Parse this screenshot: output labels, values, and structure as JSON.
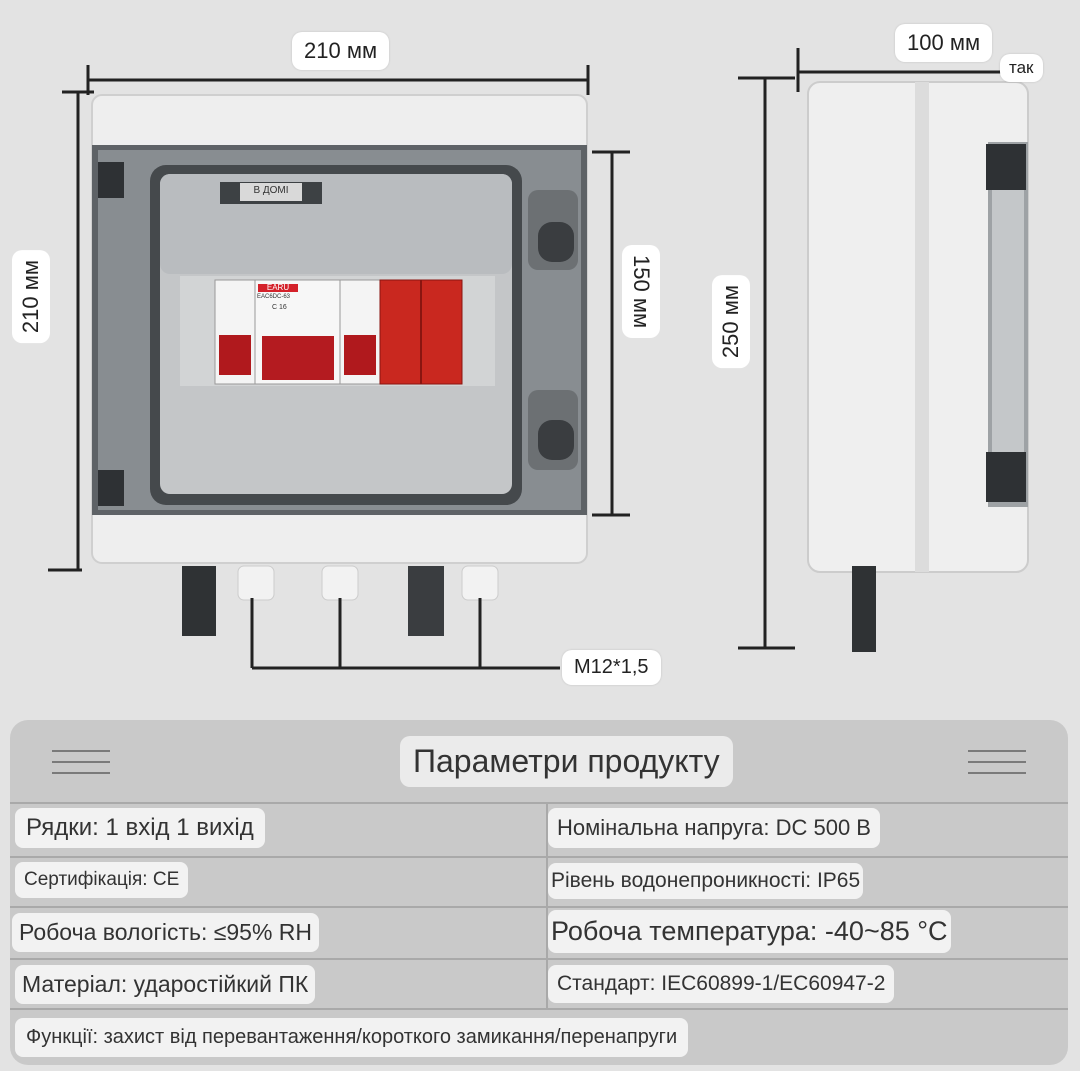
{
  "dimensions": {
    "front_width": "210 мм",
    "front_height": "210 мм",
    "window_height": "150 мм",
    "side_depth": "100 мм",
    "side_depth_note": "так",
    "side_height": "250 мм",
    "gland": "M12*1,5"
  },
  "device": {
    "door_tag": "В ДОМІ",
    "breaker_brand": "EARU",
    "breaker_model": "EAC6DC-63",
    "breaker_rating": "C 16"
  },
  "specs": {
    "title": "Параметри продукту",
    "rows": [
      {
        "left": "Рядки: 1 вхід 1 вихід",
        "right": "Номінальна напруга: DC 500 В"
      },
      {
        "left": "Сертифікація: CE",
        "right": "Рівень водонепроникності: IP65"
      },
      {
        "left": "Робоча вологість: ≤95% RH",
        "right": "Робоча температура: -40~85 °C"
      },
      {
        "left": "Матеріал: ударостійкий ПК",
        "right": "Стандарт: IEC60899-1/EC60947-2"
      }
    ],
    "full_row": "Функції: захист від перевантаження/короткого замикання/перенапруги"
  }
}
